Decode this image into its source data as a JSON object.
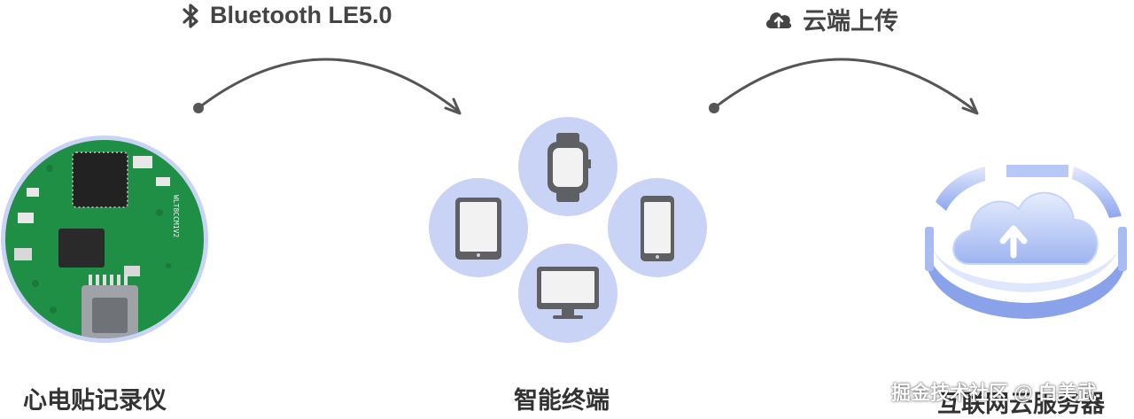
{
  "links": [
    {
      "label": "Bluetooth LE5.0",
      "icon": "bluetooth-icon"
    },
    {
      "label": "云端上传",
      "icon": "cloud-upload-icon"
    }
  ],
  "nodes": [
    {
      "label": "心电贴记录仪",
      "icon": "pcb-board-icon"
    },
    {
      "label": "智能终端",
      "devices": [
        "smartwatch-icon",
        "tablet-icon",
        "phone-icon",
        "monitor-icon"
      ]
    },
    {
      "label": "互联网云服务器",
      "icon": "cloud-server-icon"
    }
  ],
  "watermark": "掘金技术社区 @ 白美武",
  "colors": {
    "accent": "#c9d3f5",
    "device": "#5f6064",
    "arrow": "#555555",
    "pcb": "#1f8f45"
  }
}
